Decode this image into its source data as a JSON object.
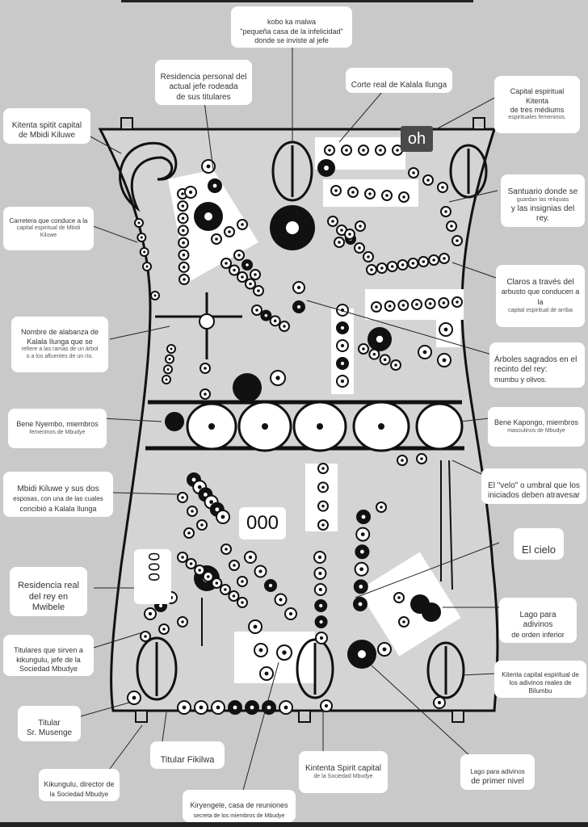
{
  "badge": {
    "text": "oh"
  },
  "board": {
    "box_texts": [
      "000",
      "000"
    ]
  },
  "labels": {
    "kobo": {
      "line1": "kobo ka malwa",
      "line2": "\"pequeña casa de la infelicidad\"",
      "line3": "donde se inviste al jefe"
    },
    "residencia_jefe": {
      "line1": "Residencia personal del",
      "line2": "actual jefe rodeada",
      "line3": "de sus titulares"
    },
    "corte_real": {
      "line1": "Corte real de Kalala Ilunga"
    },
    "capital_kitenta": {
      "line1": "Capital espiritual Kitenta",
      "line2": "de tres médiums",
      "line3": "espirituales femeninos."
    },
    "kitenta_mbidi": {
      "line1": "Kitenta spitit capital",
      "line2": "de Mbidi Kiluwe"
    },
    "santuario": {
      "line1": "Santuario donde se",
      "line2": "guardan las reliquias",
      "line3": "y las insignias del rey."
    },
    "carretera": {
      "line1": "Carretera que conduce a la",
      "line2": "capital espiritual de Mbidi Kiluwe"
    },
    "claros": {
      "line1": "Claros a través del",
      "line2": "arbusto que conducen a la",
      "line3": "capital espiritual de arriba"
    },
    "alabanza": {
      "line1": "Nombre de alabanza de",
      "line2": "Kalala Ilunga que se",
      "line3": "refiere a las ramas de un árbol",
      "line4": "o a los afluentes de un río."
    },
    "arboles": {
      "line1": "Árboles sagrados en el",
      "line2": "recinto del rey:",
      "line3": "mumbu y olivos."
    },
    "bene_nyembo": {
      "line1": "Bene Nyembo, miembros",
      "line2": "femeninos de Mbudye"
    },
    "bene_kapongo": {
      "line1": "Bene Kapongo, miembros",
      "line2": "masculinos de Mbudye"
    },
    "mbidi_kiluwe": {
      "line1": "Mbidi Kiluwe y sus dos",
      "line2": "esposas, con una de las cuales",
      "line3": "concibió a Kalala Ilunga"
    },
    "velo": {
      "line1": "El \"velo\" o umbral que los",
      "line2": "iniciados deben atravesar"
    },
    "el_cielo": {
      "line1": "El cielo"
    },
    "residencia_rey": {
      "line1": "Residencia real",
      "line2": "del rey en",
      "line3": "Mwibele"
    },
    "lago_inferior": {
      "line1": "Lago para adivinos",
      "line2": "de orden inferior"
    },
    "titulares_kikungulu": {
      "line1": "Titulares que sirven a",
      "line2": "kikungulu, jefe de la",
      "line3": "Sociedad Mbudye"
    },
    "kitenta_bilumbu": {
      "line1": "Kitenta capital espiritual de",
      "line2": "los adivinos reales de Bilumbu"
    },
    "titular_musenge": {
      "line1": "Titular",
      "line2": "Sr. Musenge"
    },
    "titular_fikilwa": {
      "line1": "Titular Fikilwa"
    },
    "kintenta_spirit": {
      "line1": "Kintenta Spirit capital",
      "line2": "de la Sociedad Mbudye"
    },
    "lago_primer": {
      "line1": "Lago para adivinos",
      "line2": "de primer nivel"
    },
    "kikungulu": {
      "line1": "Kikungulu, director de",
      "line2": "la Sociedad Mbudye"
    },
    "kiryengele": {
      "line1": "Kiryengele, casa de reuniones",
      "line2": "secreta de los miembros de Mbudye"
    }
  }
}
